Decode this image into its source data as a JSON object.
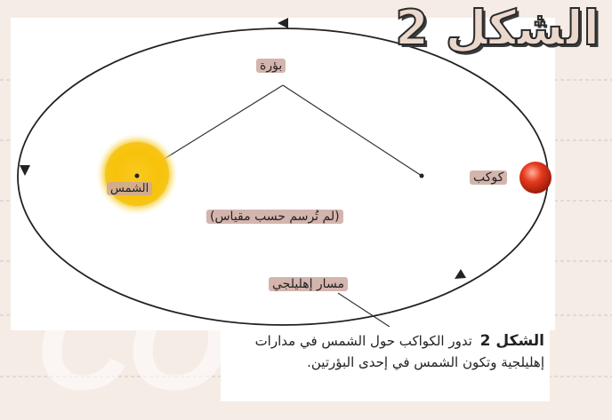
{
  "title": "الشكل 2",
  "labels": {
    "focus": "بؤرة",
    "sun": "الشمس",
    "planet": "كوكب",
    "scale_note": "(لم تُرسم حسب مقياس)",
    "orbit": "مسار إهليلجي"
  },
  "caption": {
    "label": "الشكل 2",
    "text": "تدور الكواكب حول الشمس في مدارات إهليلجية وتكون الشمس في إحدى البؤرتين."
  },
  "colors": {
    "sun": "#f7c20a",
    "planet": "#e63a1e",
    "label_highlight": "#cda8a0"
  },
  "watermark": "COm"
}
